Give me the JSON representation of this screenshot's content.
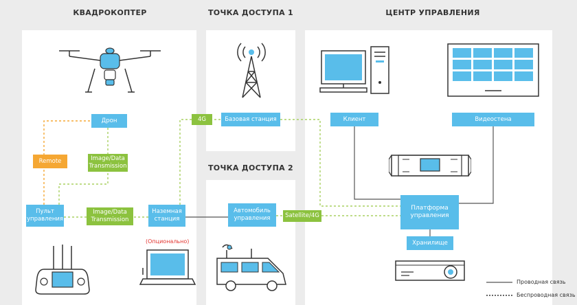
{
  "sections": {
    "drone": "КВАДРОКОПТЕР",
    "access1": "ТОЧКА ДОСТУПА 1",
    "access2": "ТОЧКА ДОСТУПА 2",
    "control_center": "ЦЕНТР УПРАВЛЕНИЯ"
  },
  "nodes": {
    "drone": "Дрон",
    "remote": "Remote",
    "image_data_1": "Image/Data Transmission",
    "remote_controller": "Пульт управления",
    "image_data_2": "Image/Data Transmission",
    "ground_station": "Наземная станция",
    "optional": "(Опционально)",
    "link_4g": "4G",
    "base_station": "Базовая станция",
    "vehicle": "Автомобиль управления",
    "satellite": "Satellite/4G",
    "client": "Клиент",
    "video_wall": "Видеостена",
    "platform": "Платформа управления",
    "storage": "Хранилище"
  },
  "legend": {
    "wired": "Проводная связь",
    "wireless": "Беспроводная связь"
  },
  "colors": {
    "node_blue": "#59bdea",
    "link_green": "#8cc23f",
    "remote_orange": "#f5a733",
    "wired_line": "#555555",
    "wireless_line": "#a8d060",
    "remote_line": "#f5a733"
  },
  "icons": [
    "drone-icon",
    "radio-tower-icon",
    "desktop-computer-icon",
    "video-wall-icon",
    "server-rack-icon",
    "projector-icon",
    "remote-controller-icon",
    "laptop-icon",
    "van-icon"
  ]
}
